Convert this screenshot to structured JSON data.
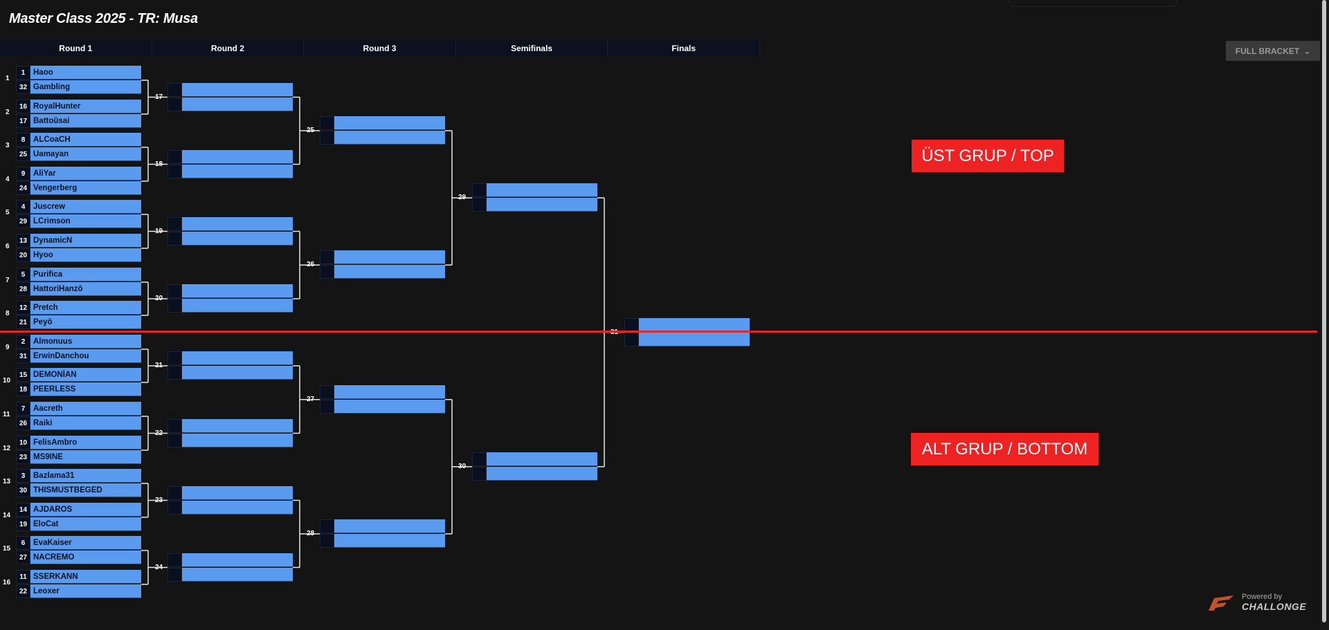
{
  "title": "Master Class 2025 - TR: Musa",
  "rounds": [
    "Round 1",
    "Round 2",
    "Round 3",
    "Semifinals",
    "Finals"
  ],
  "full_bracket_label": "FULL BRACKET",
  "top_label": "ÜST GRUP / TOP",
  "bottom_label": "ALT GRUP / BOTTOM",
  "powered_by": "Powered by",
  "brand": "CHALLONGE",
  "colors": {
    "accent": "#5b9bef",
    "red": "#ee2222",
    "background": "#141414"
  },
  "round1": [
    {
      "match": "1",
      "p1": {
        "seed": "1",
        "name": "Haoo"
      },
      "p2": {
        "seed": "32",
        "name": "Gambling"
      }
    },
    {
      "match": "2",
      "p1": {
        "seed": "16",
        "name": "RoyalHunter"
      },
      "p2": {
        "seed": "17",
        "name": "Battoūsai"
      }
    },
    {
      "match": "3",
      "p1": {
        "seed": "8",
        "name": "ALCoaCH"
      },
      "p2": {
        "seed": "25",
        "name": "Uamayan"
      }
    },
    {
      "match": "4",
      "p1": {
        "seed": "9",
        "name": "AliYar"
      },
      "p2": {
        "seed": "24",
        "name": "Vengerberg"
      }
    },
    {
      "match": "5",
      "p1": {
        "seed": "4",
        "name": "Juscrew"
      },
      "p2": {
        "seed": "29",
        "name": "LCrimson"
      }
    },
    {
      "match": "6",
      "p1": {
        "seed": "13",
        "name": "DynamicN"
      },
      "p2": {
        "seed": "20",
        "name": "Hyoo"
      }
    },
    {
      "match": "7",
      "p1": {
        "seed": "5",
        "name": "Purifica"
      },
      "p2": {
        "seed": "28",
        "name": "HattoriHanzō"
      }
    },
    {
      "match": "8",
      "p1": {
        "seed": "12",
        "name": "Pretch"
      },
      "p2": {
        "seed": "21",
        "name": "Peyō"
      }
    },
    {
      "match": "9",
      "p1": {
        "seed": "2",
        "name": "Almonuus"
      },
      "p2": {
        "seed": "31",
        "name": "ErwinDanchou"
      }
    },
    {
      "match": "10",
      "p1": {
        "seed": "15",
        "name": "DEMONİAN"
      },
      "p2": {
        "seed": "18",
        "name": "PEERLESS"
      }
    },
    {
      "match": "11",
      "p1": {
        "seed": "7",
        "name": "Aacreth"
      },
      "p2": {
        "seed": "26",
        "name": "Raiki"
      }
    },
    {
      "match": "12",
      "p1": {
        "seed": "10",
        "name": "FelisAmbro"
      },
      "p2": {
        "seed": "23",
        "name": "MS9INE"
      }
    },
    {
      "match": "13",
      "p1": {
        "seed": "3",
        "name": "Bazlama31"
      },
      "p2": {
        "seed": "30",
        "name": "THISMUSTBEGED"
      }
    },
    {
      "match": "14",
      "p1": {
        "seed": "14",
        "name": "AJDAROS"
      },
      "p2": {
        "seed": "19",
        "name": "EloCat"
      }
    },
    {
      "match": "15",
      "p1": {
        "seed": "6",
        "name": "EvaKaiser"
      },
      "p2": {
        "seed": "27",
        "name": "NACREMO"
      }
    },
    {
      "match": "16",
      "p1": {
        "seed": "11",
        "name": "SSERKANN"
      },
      "p2": {
        "seed": "22",
        "name": "Leoxer"
      }
    }
  ],
  "round2": [
    "17",
    "18",
    "19",
    "20",
    "21",
    "22",
    "23",
    "24"
  ],
  "round3": [
    "25",
    "26",
    "27",
    "28"
  ],
  "semifinals": [
    "29",
    "30"
  ],
  "finals": [
    "31"
  ]
}
